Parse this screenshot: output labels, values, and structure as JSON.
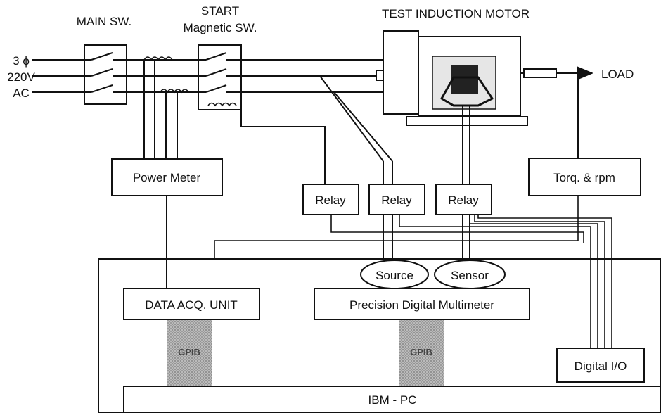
{
  "labels": {
    "main_sw": "MAIN SW.",
    "start_line1": "START",
    "start_line2": "Magnetic SW.",
    "motor_title": "TEST INDUCTION MOTOR",
    "supply_line1": "3 ϕ",
    "supply_line2": "220V",
    "supply_line3": "AC",
    "load": "LOAD",
    "power_meter": "Power Meter",
    "relay1": "Relay",
    "relay2": "Relay",
    "relay3": "Relay",
    "torque_rpm": "Torq. & rpm",
    "source": "Source",
    "sensor": "Sensor",
    "data_acq": "DATA ACQ. UNIT",
    "multimeter": "Precision Digital Multimeter",
    "gpib1": "GPIB",
    "gpib2": "GPIB",
    "digital_io": "Digital I/O",
    "ibm_pc": "IBM - PC"
  }
}
